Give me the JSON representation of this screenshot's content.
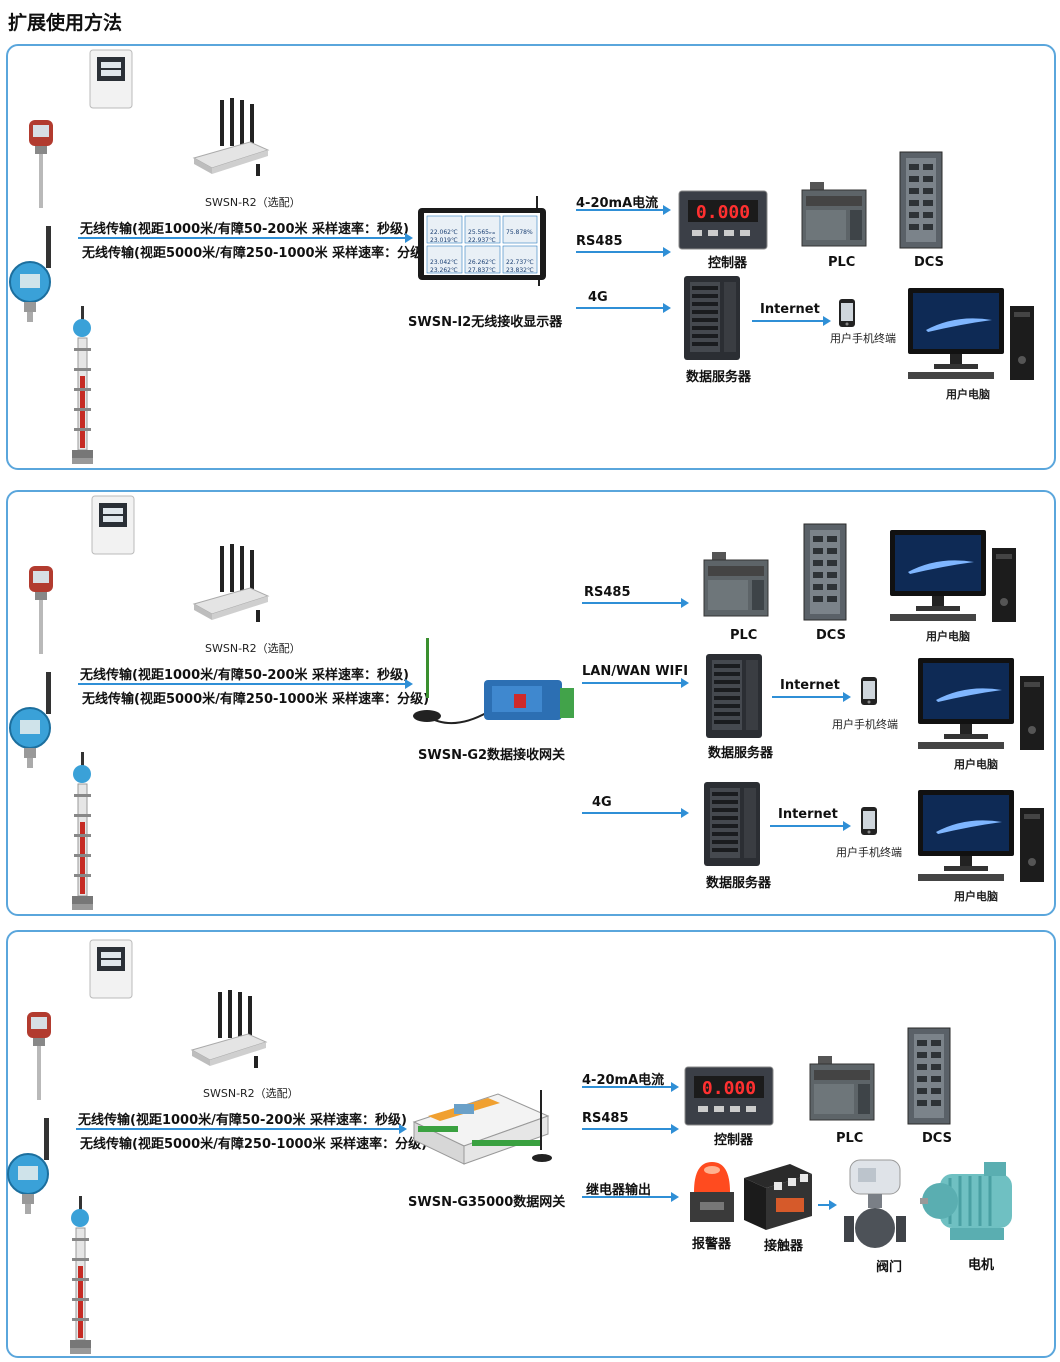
{
  "page": {
    "title": "扩展使用方法"
  },
  "labels": {
    "router": "SWSN-R2（选配）",
    "wireless1": "无线传输(视距1000米/有障50-200米 采样速率：秒级)",
    "wireless2": "无线传输(视距5000米/有障250-1000米 采样速率：分级)",
    "controller": "控制器",
    "plc": "PLC",
    "dcs": "DCS",
    "server": "数据服务器",
    "internet": "Internet",
    "phone": "用户手机终端",
    "pc": "用户电脑",
    "ma": "4-20mA电流",
    "rs485": "RS485",
    "g4": "4G",
    "lanwifi": "LAN/WAN WIFI",
    "relay": "继电器输出",
    "alarm": "报警器",
    "contactor": "接触器",
    "valve": "阀门",
    "motor": "电机"
  },
  "panel1": {
    "receiver": "SWSN-I2无线接收显示器",
    "screen_values": [
      "22.062℃",
      "23.019℃",
      "25.565ₘₐ",
      "22.937℃",
      "75.878%",
      "23.042℃",
      "23.262℃",
      "26.262℃",
      "27.837℃",
      "22.737℃",
      "23.832℃"
    ]
  },
  "panel2": {
    "receiver": "SWSN-G2数据接收网关"
  },
  "panel3": {
    "receiver": "SWSN-G35000数据网关"
  },
  "colors": {
    "accent": "#2f8fd6",
    "border": "#5aa6dc"
  },
  "icons": [
    "thermostat-icon",
    "thermometer-icon",
    "router-icon",
    "pressure-transmitter-icon",
    "level-gauge-icon",
    "display-receiver-icon",
    "controller-icon",
    "plc-icon",
    "dcs-cabinet-icon",
    "server-tower-icon",
    "phone-icon",
    "pc-icon",
    "gateway-icon",
    "antenna-icon",
    "alarm-light-icon",
    "contactor-icon",
    "valve-icon",
    "motor-icon"
  ]
}
